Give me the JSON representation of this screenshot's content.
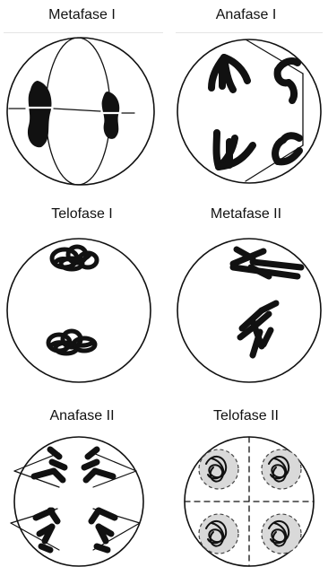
{
  "stages": [
    {
      "label": "Metafase I"
    },
    {
      "label": "Anafase I"
    },
    {
      "label": "Telofase I"
    },
    {
      "label": "Metafase II"
    },
    {
      "label": "Anafase II"
    },
    {
      "label": "Telofase II"
    }
  ]
}
